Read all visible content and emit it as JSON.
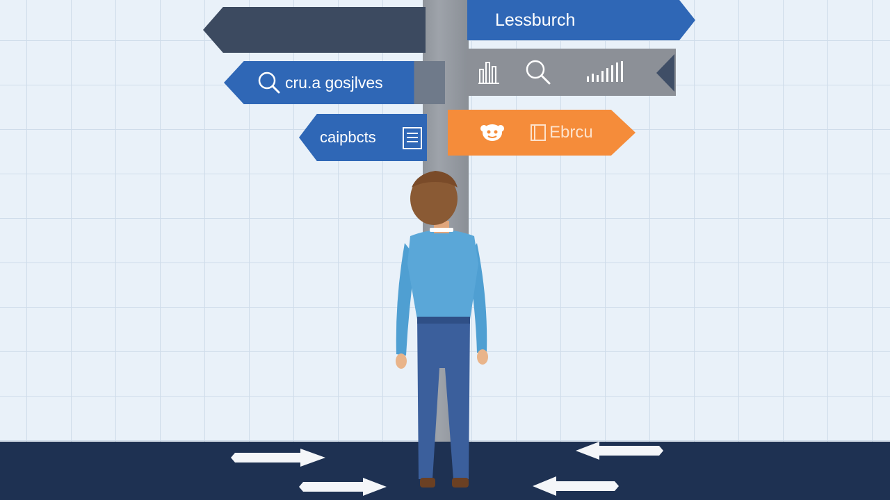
{
  "signs": {
    "research": {
      "label": "Lessburch"
    },
    "search": {
      "label": "cru.a gosjlves"
    },
    "analytics": {
      "label": ""
    },
    "catalog": {
      "label": "caipbcts"
    },
    "team": {
      "label": "Ebrcu"
    }
  },
  "icons": {
    "search_sign_icon": "search-icon",
    "catalog_sign_icon": "document-icon",
    "analytics_icons": [
      "bar-chart-icon",
      "search-icon",
      "bar-chart-icon"
    ],
    "team_icons": [
      "face-icon",
      "book-icon"
    ]
  },
  "colors": {
    "background": "#e9f1f9",
    "grid": "#cfdcea",
    "ground": "#1e3152",
    "sign_blue": "#2f67b6",
    "sign_dark": "#3c4a60",
    "sign_gray": "#8c9097",
    "sign_orange": "#f58c3a",
    "shirt": "#5aa7d8",
    "jeans": "#3b5f9c",
    "hair": "#8a5a34"
  }
}
